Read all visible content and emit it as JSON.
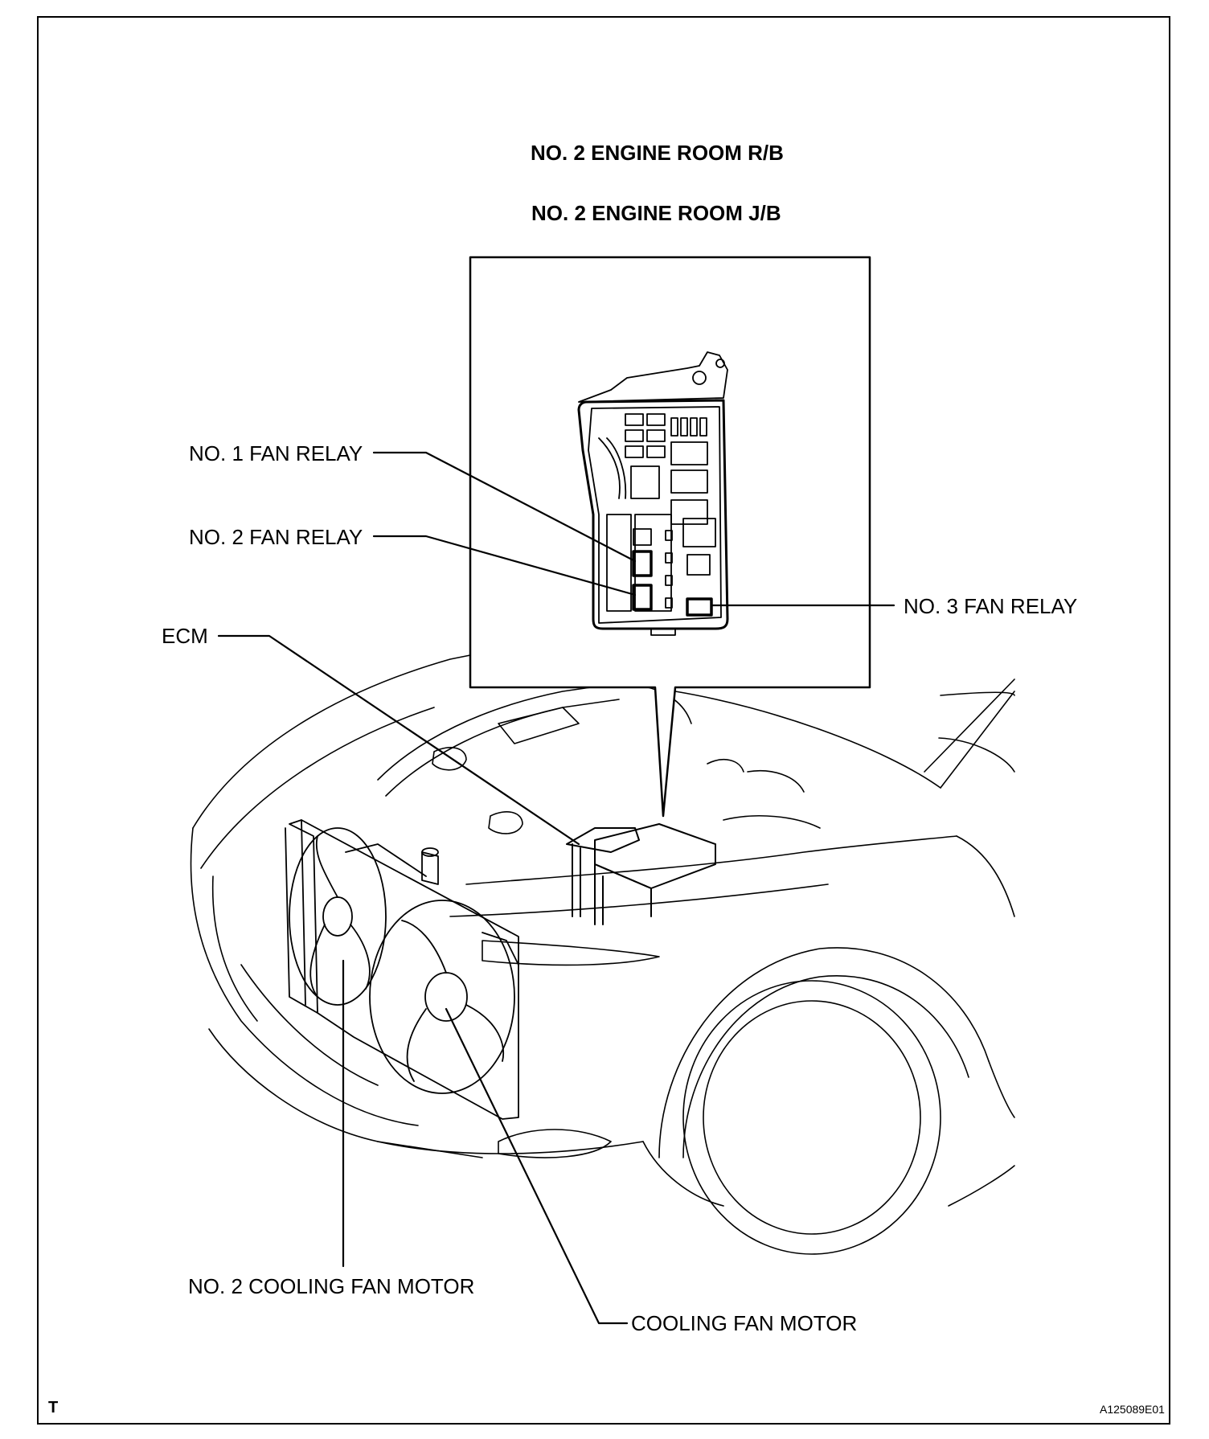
{
  "header": {
    "title_relay_block": "NO. 2 ENGINE ROOM R/B",
    "title_junction_block": "NO. 2 ENGINE ROOM J/B"
  },
  "callouts": {
    "no1_fan_relay": "NO. 1 FAN RELAY",
    "no2_fan_relay": "NO. 2 FAN RELAY",
    "no3_fan_relay": "NO. 3 FAN RELAY",
    "ecm": "ECM",
    "no2_cooling_fan_motor": "NO. 2 COOLING FAN MOTOR",
    "cooling_fan_motor": "COOLING FAN MOTOR"
  },
  "footer": {
    "corner_mark": "T",
    "figure_id": "A125089E01"
  }
}
